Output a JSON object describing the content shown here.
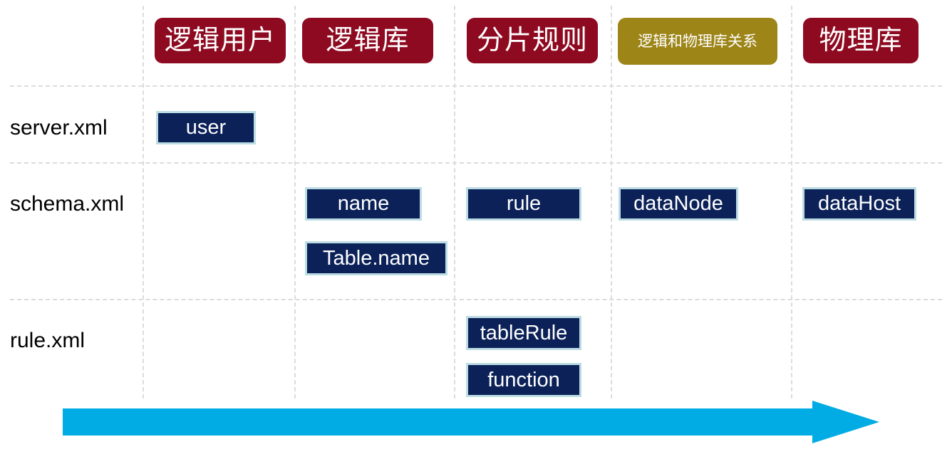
{
  "diagram": {
    "title_columns": [
      {
        "id": "logical-user",
        "label": "逻辑用户",
        "color": "#8e0a20",
        "size": "lg"
      },
      {
        "id": "logical-db",
        "label": "逻辑库",
        "color": "#8e0a20",
        "size": "lg"
      },
      {
        "id": "shard-rule",
        "label": "分片规则",
        "color": "#8e0a20",
        "size": "lg"
      },
      {
        "id": "logical-physical-relation",
        "label": "逻辑和物理库关系",
        "color": "#9d8518",
        "size": "sm"
      },
      {
        "id": "physical-db",
        "label": "物理库",
        "color": "#8e0a20",
        "size": "lg"
      }
    ],
    "row_labels": [
      {
        "id": "server-xml",
        "label": "server.xml"
      },
      {
        "id": "schema-xml",
        "label": "schema.xml"
      },
      {
        "id": "rule-xml",
        "label": "rule.xml"
      }
    ],
    "cells": [
      {
        "id": "chip-user",
        "label": "user",
        "row": "server.xml",
        "column": "逻辑用户"
      },
      {
        "id": "chip-name",
        "label": "name",
        "row": "schema.xml",
        "column": "逻辑库"
      },
      {
        "id": "chip-table-name",
        "label": "Table.name",
        "row": "schema.xml",
        "column": "逻辑库"
      },
      {
        "id": "chip-rule",
        "label": "rule",
        "row": "schema.xml",
        "column": "分片规则"
      },
      {
        "id": "chip-datanode",
        "label": "dataNode",
        "row": "schema.xml",
        "column": "逻辑和物理库关系"
      },
      {
        "id": "chip-datahost",
        "label": "dataHost",
        "row": "schema.xml",
        "column": "物理库"
      },
      {
        "id": "chip-tablerule",
        "label": "tableRule",
        "row": "rule.xml",
        "column": "分片规则"
      },
      {
        "id": "chip-function",
        "label": "function",
        "row": "rule.xml",
        "column": "分片规则"
      }
    ],
    "flow_arrow": {
      "id": "flow-arrow",
      "direction": "right",
      "color": "#00ace3"
    },
    "colors": {
      "header_red": "#8e0a20",
      "header_olive": "#9d8518",
      "chip_navy": "#0b2158",
      "chip_border": "#bcdce3",
      "grid_line": "#dcdcdc",
      "arrow": "#00ace3",
      "text_dark": "#000000",
      "text_light": "#ffffff"
    }
  }
}
